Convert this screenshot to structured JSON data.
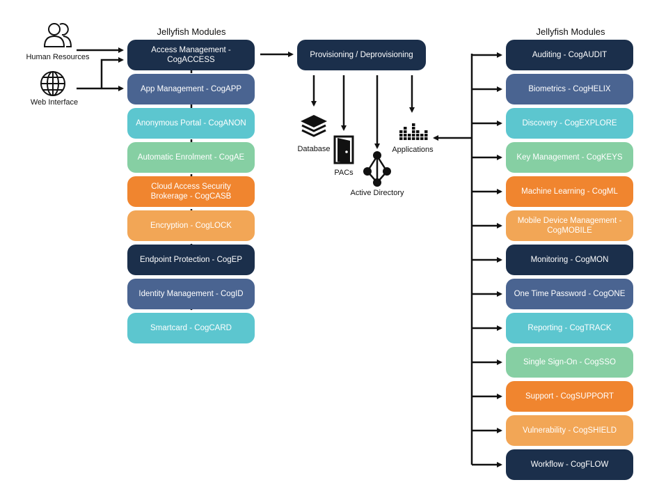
{
  "headings": {
    "left": "Jellyfish Modules",
    "right": "Jellyfish Modules"
  },
  "sources": {
    "hr": "Human Resources",
    "web": "Web Interface"
  },
  "provisioning": "Provisioning / Deprovisioning",
  "targets": {
    "database": "Database",
    "pacs": "PACs",
    "ad": "Active Directory",
    "apps": "Applications"
  },
  "colors": {
    "dark-navy": "#1b2f4b",
    "slate-blue": "#4a6491",
    "teal": "#5cc6cf",
    "green": "#86cfa3",
    "orange": "#f0852f",
    "light-orange": "#f2a656"
  },
  "left_modules": [
    {
      "label": "Access Management - CogACCESS",
      "color": "dark-navy"
    },
    {
      "label": "App Management - CogAPP",
      "color": "slate-blue"
    },
    {
      "label": "Anonymous Portal - CogANON",
      "color": "teal"
    },
    {
      "label": "Automatic Enrolment - CogAE",
      "color": "green"
    },
    {
      "label": "Cloud Access Security Brokerage - CogCASB",
      "color": "orange"
    },
    {
      "label": "Encryption - CogLOCK",
      "color": "light-orange"
    },
    {
      "label": "Endpoint Protection - CogEP",
      "color": "dark-navy"
    },
    {
      "label": "Identity Management - CogID",
      "color": "slate-blue"
    },
    {
      "label": "Smartcard - CogCARD",
      "color": "teal"
    }
  ],
  "right_modules": [
    {
      "label": "Auditing - CogAUDIT",
      "color": "dark-navy"
    },
    {
      "label": "Biometrics - CogHELIX",
      "color": "slate-blue"
    },
    {
      "label": "Discovery - CogEXPLORE",
      "color": "teal"
    },
    {
      "label": "Key Management - CogKEYS",
      "color": "green"
    },
    {
      "label": "Machine Learning - CogML",
      "color": "orange"
    },
    {
      "label": "Mobile Device Management - CogMOBILE",
      "color": "light-orange"
    },
    {
      "label": "Monitoring - CogMON",
      "color": "dark-navy"
    },
    {
      "label": "One Time Password - CogONE",
      "color": "slate-blue"
    },
    {
      "label": "Reporting - CogTRACK",
      "color": "teal"
    },
    {
      "label": "Single Sign-On - CogSSO",
      "color": "green"
    },
    {
      "label": "Support - CogSUPPORT",
      "color": "orange"
    },
    {
      "label": "Vulnerability - CogSHIELD",
      "color": "light-orange"
    },
    {
      "label": "Workflow - CogFLOW",
      "color": "dark-navy"
    }
  ]
}
